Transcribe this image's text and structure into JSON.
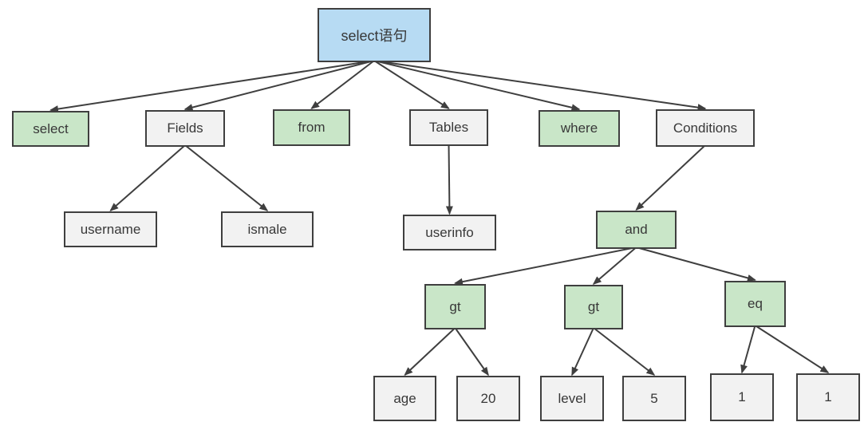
{
  "diagram": {
    "colors": {
      "root_fill": "#b7dbf3",
      "keyword_fill": "#c9e6c8",
      "plain_fill": "#f2f2f2",
      "border": "#3f3f3f",
      "edge": "#3f3f3f",
      "text": "#383838"
    },
    "nodes": [
      {
        "id": "root",
        "label": "select语句",
        "kind": "root"
      },
      {
        "id": "select",
        "label": "select",
        "kind": "keyword"
      },
      {
        "id": "fields",
        "label": "Fields",
        "kind": "plain"
      },
      {
        "id": "from",
        "label": "from",
        "kind": "keyword"
      },
      {
        "id": "tables",
        "label": "Tables",
        "kind": "plain"
      },
      {
        "id": "where",
        "label": "where",
        "kind": "keyword"
      },
      {
        "id": "conditions",
        "label": "Conditions",
        "kind": "plain"
      },
      {
        "id": "username",
        "label": "username",
        "kind": "plain"
      },
      {
        "id": "ismale",
        "label": "ismale",
        "kind": "plain"
      },
      {
        "id": "userinfo",
        "label": "userinfo",
        "kind": "plain"
      },
      {
        "id": "and",
        "label": "and",
        "kind": "keyword"
      },
      {
        "id": "gt1",
        "label": "gt",
        "kind": "keyword"
      },
      {
        "id": "gt2",
        "label": "gt",
        "kind": "keyword"
      },
      {
        "id": "eq",
        "label": "eq",
        "kind": "keyword"
      },
      {
        "id": "age",
        "label": "age",
        "kind": "plain"
      },
      {
        "id": "num20",
        "label": "20",
        "kind": "plain"
      },
      {
        "id": "level",
        "label": "level",
        "kind": "plain"
      },
      {
        "id": "num5",
        "label": "5",
        "kind": "plain"
      },
      {
        "id": "one1",
        "label": "1",
        "kind": "plain"
      },
      {
        "id": "one2",
        "label": "1",
        "kind": "plain"
      }
    ],
    "edges": [
      [
        "root",
        "select"
      ],
      [
        "root",
        "fields"
      ],
      [
        "root",
        "from"
      ],
      [
        "root",
        "tables"
      ],
      [
        "root",
        "where"
      ],
      [
        "root",
        "conditions"
      ],
      [
        "fields",
        "username"
      ],
      [
        "fields",
        "ismale"
      ],
      [
        "tables",
        "userinfo"
      ],
      [
        "conditions",
        "and"
      ],
      [
        "and",
        "gt1"
      ],
      [
        "and",
        "gt2"
      ],
      [
        "and",
        "eq"
      ],
      [
        "gt1",
        "age"
      ],
      [
        "gt1",
        "num20"
      ],
      [
        "gt2",
        "level"
      ],
      [
        "gt2",
        "num5"
      ],
      [
        "eq",
        "one1"
      ],
      [
        "eq",
        "one2"
      ]
    ]
  }
}
